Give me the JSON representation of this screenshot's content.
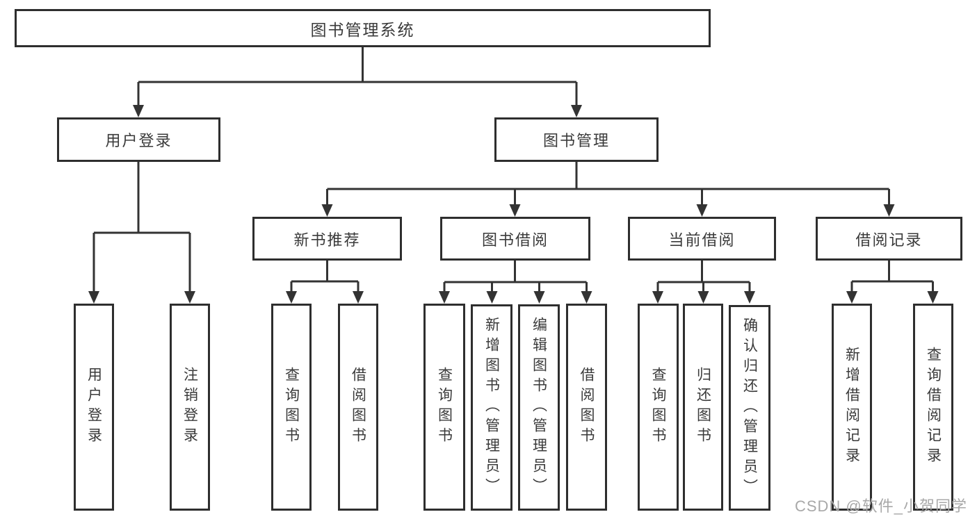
{
  "nodes": {
    "root": {
      "label": "图书管理系统"
    },
    "user_login": {
      "label": "用户登录",
      "children": {
        "login": {
          "label": "用户登录"
        },
        "logout": {
          "label": "注销登录"
        }
      }
    },
    "book_mgmt": {
      "label": "图书管理",
      "children": {
        "new_book_rec": {
          "label": "新书推荐",
          "children": {
            "query_books": {
              "label": "查询图书"
            },
            "borrow_books": {
              "label": "借阅图书"
            }
          }
        },
        "book_borrow": {
          "label": "图书借阅",
          "children": {
            "query_books": {
              "label": "查询图书"
            },
            "add_books": {
              "label": "新增图书（管理员）"
            },
            "edit_books": {
              "label": "编辑图书（管理员）"
            },
            "borrow_books": {
              "label": "借阅图书"
            }
          }
        },
        "current_borrow": {
          "label": "当前借阅",
          "children": {
            "query_books": {
              "label": "查询图书"
            },
            "return_books": {
              "label": "归还图书"
            },
            "confirm_return": {
              "label": "确认归还（管理员）"
            }
          }
        },
        "borrow_records": {
          "label": "借阅记录",
          "children": {
            "add_record": {
              "label": "新增借阅记录"
            },
            "query_record": {
              "label": "查询借阅记录"
            }
          }
        }
      }
    }
  },
  "watermark": {
    "text": "CSDN @软件_小贺同学"
  },
  "colors": {
    "line": "#333333",
    "border": "#2e2e2e",
    "text": "#3a3a3a",
    "watermark": "#a8a8a8",
    "background": "#ffffff"
  }
}
